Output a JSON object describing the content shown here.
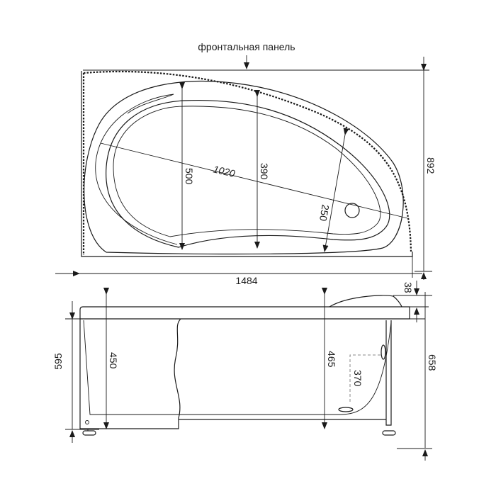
{
  "title": "Bathtub dimension drawing",
  "labels": {
    "front_panel": "фронтальная панель",
    "length": "1484",
    "width": "892",
    "diagonal": "1020",
    "inner_width_left": "500",
    "inner_width_mid": "390",
    "inner_width_right": "250",
    "headrest_height": "38",
    "total_height": "658",
    "body_height": "595",
    "depth_left": "450",
    "depth_right": "465",
    "overflow_height": "370"
  }
}
